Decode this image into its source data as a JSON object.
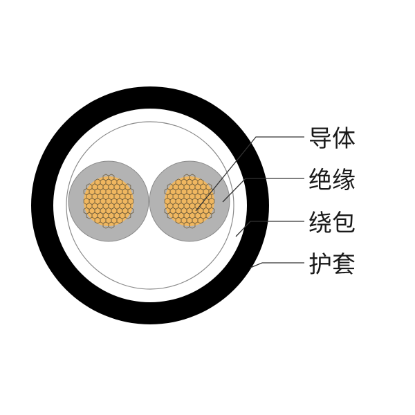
{
  "diagram": {
    "labels": {
      "conductor": "导体",
      "insulation": "绝缘",
      "wrapping": "绕包",
      "sheath": "护套"
    },
    "colors": {
      "sheath": "#000000",
      "wrapping": "#ffffff",
      "insulation": "#b3b3b3",
      "conductor": "#f0b760",
      "strand_outline": "#6b5a3a",
      "leader": "#333333"
    },
    "conductor_count": 2
  }
}
